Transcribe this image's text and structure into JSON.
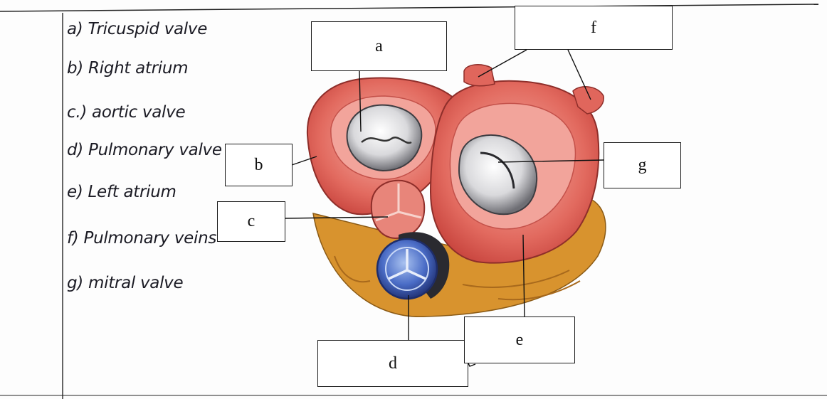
{
  "notes": [
    {
      "key": "a)",
      "text": "Tricuspid valve"
    },
    {
      "key": "b)",
      "text": "Right atrium"
    },
    {
      "key": "c.)",
      "text": "aortic valve"
    },
    {
      "key": "d)",
      "text": "Pulmonary valve"
    },
    {
      "key": "e)",
      "text": "Left atrium"
    },
    {
      "key": "f)",
      "text": "Pulmonary veins"
    },
    {
      "key": "g)",
      "text": "mitral valve"
    }
  ],
  "boxes": {
    "a": "a",
    "b": "b",
    "c": "c",
    "d": "d",
    "e": "e",
    "f": "f",
    "g": "g"
  },
  "colors": {
    "ink": "#1b1b24",
    "heart_wall": "#e2625a",
    "heart_inner": "#f3a79e",
    "fat": "#d8932e",
    "valve_blue": "#3f5fb8",
    "valve_white": "#eeeeee"
  }
}
